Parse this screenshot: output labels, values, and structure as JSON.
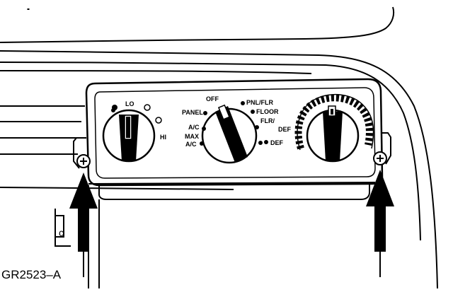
{
  "figure_code": "GR2523–A",
  "fan_control": {
    "label_lo": "LO",
    "label_hi": "HI"
  },
  "mode_control": {
    "label_off": "OFF",
    "label_panel": "PANEL",
    "label_ac": "A/C",
    "label_max": "MAX",
    "label_max_ac": "A/C",
    "label_pnl_flr": "PNL/FLR",
    "label_floor": "FLOOR",
    "label_flr": "FLR/",
    "label_def": "DEF"
  },
  "temp_control": {
    "label_def": "DEF"
  }
}
